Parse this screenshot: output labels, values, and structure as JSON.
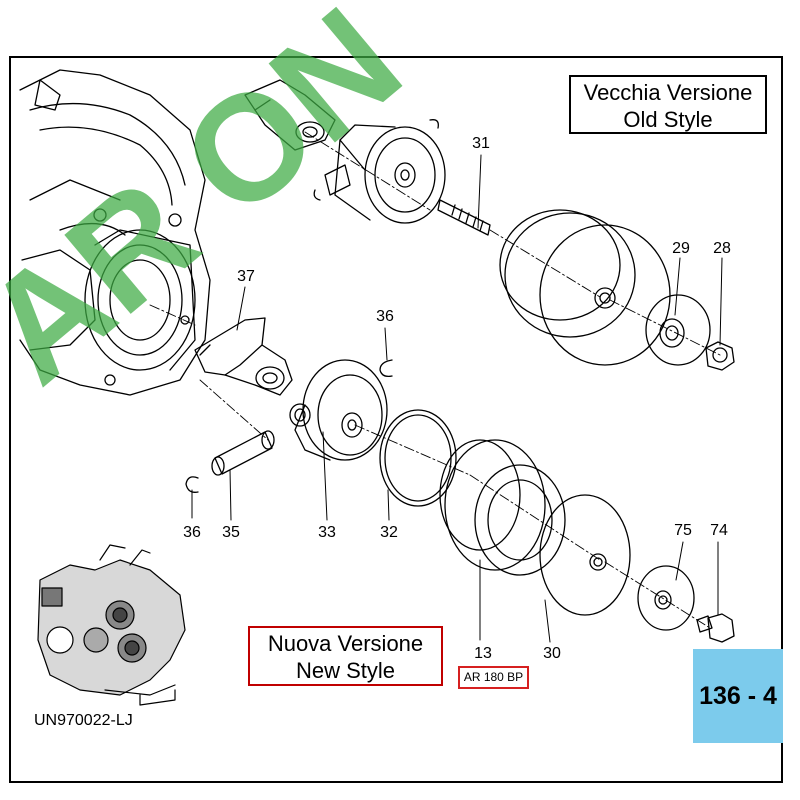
{
  "old_style": {
    "line1": "Vecchia Versione",
    "line2": "Old Style"
  },
  "new_style": {
    "line1": "Nuova Versione",
    "line2": "New Style"
  },
  "callouts": [
    "31",
    "29",
    "28",
    "37",
    "36",
    "36",
    "35",
    "33",
    "32",
    "13",
    "30",
    "75",
    "74"
  ],
  "reference_code": "AR 180 BP",
  "page_number": "136 - 4",
  "drawing_code": "UN970022-LJ",
  "watermark_text": "AR ON",
  "colors": {
    "page_badge": "#7ccbec",
    "highlight_border": "#d62020",
    "watermark": "#3daa43"
  }
}
